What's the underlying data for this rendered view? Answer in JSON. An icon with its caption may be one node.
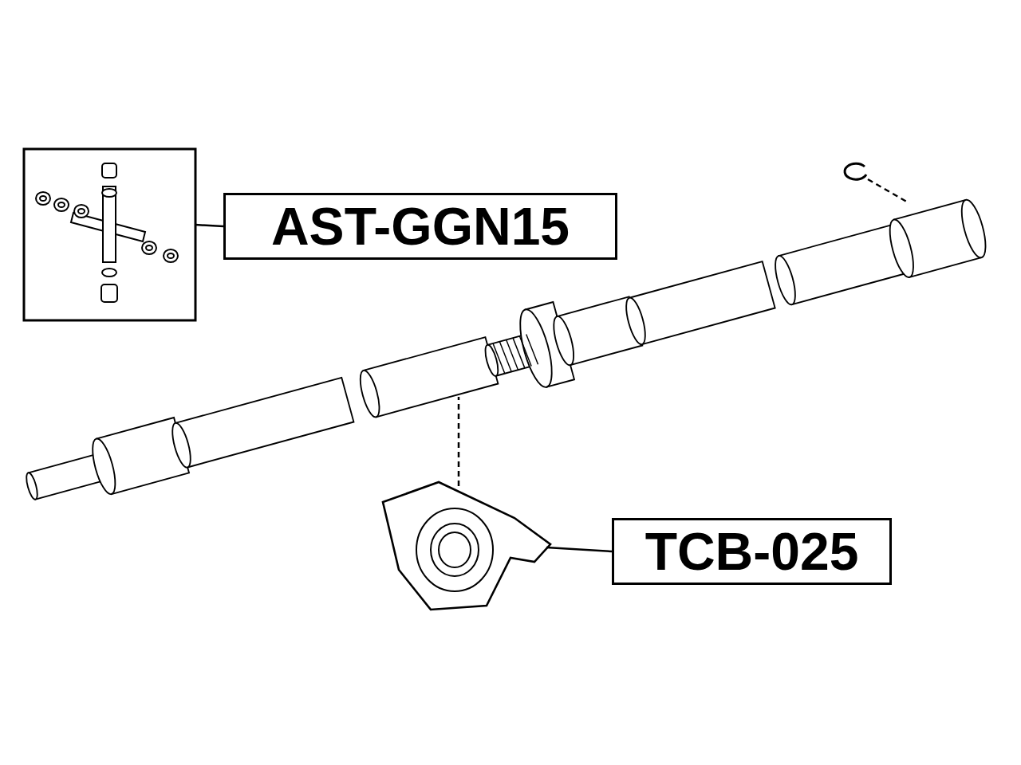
{
  "diagram": {
    "nodes": [
      {
        "text": [],
        "shape": "picture"
      },
      {
        "text": [
          "AST-GGN15"
        ]
      },
      {
        "text": [],
        "shape": "picture"
      },
      {
        "text": [],
        "shape": "picture"
      },
      {
        "text": [],
        "shape": "picture"
      },
      {
        "text": [
          "TCB-025"
        ]
      }
    ],
    "edges": [
      {
        "from": 1,
        "to": 0,
        "arrow": "none"
      },
      {
        "from": 3,
        "to": 2,
        "arrow": "none",
        "style": "dashed"
      },
      {
        "from": 4,
        "to": 2,
        "arrow": "none",
        "style": "dashed"
      },
      {
        "from": 5,
        "to": 4,
        "arrow": "none"
      }
    ]
  }
}
